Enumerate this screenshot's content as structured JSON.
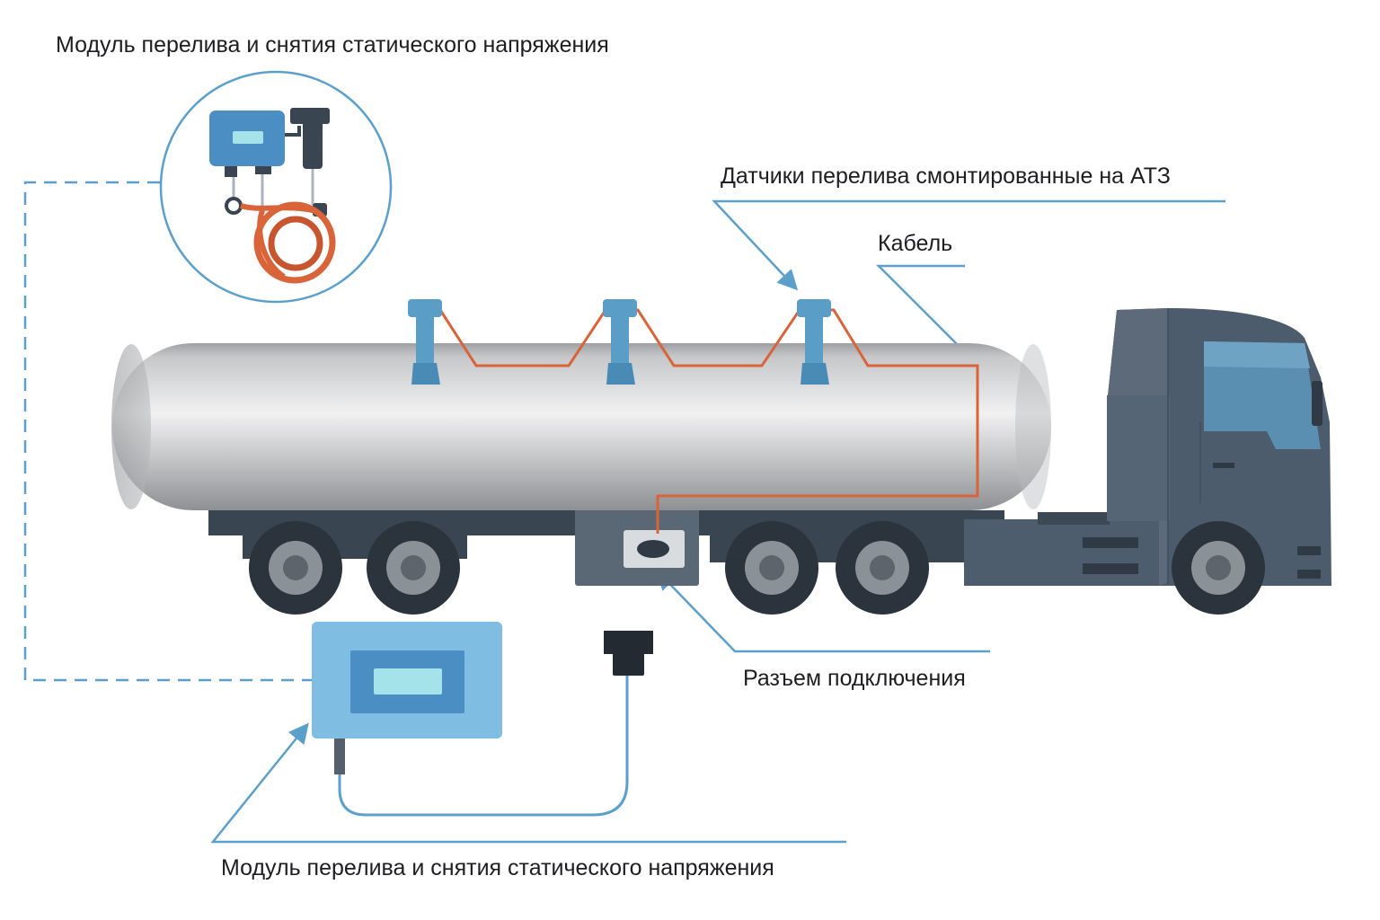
{
  "labels": {
    "module_top": "Модуль перелива и снятия статического напряжения",
    "sensors": "Датчики перелива смонтированные на АТЗ",
    "cable": "Кабель",
    "connector": "Разъем подключения",
    "module_bottom": "Модуль перелива и снятия статического напряжения"
  },
  "icons": {
    "truck": "tanker-truck-icon",
    "sensor": "overfill-sensor-icon",
    "module": "control-module-icon",
    "plug": "cable-plug-icon",
    "socket": "connector-socket-icon"
  },
  "colors": {
    "leader_line": "#5b9fcb",
    "cable": "#d9643a",
    "sensor": "#5a9dc6",
    "cab": "#4c5c6c",
    "window": "#5b8fb2",
    "tank_gray": "#c8c8ca",
    "module_box": "#80bde3",
    "module_screen": "#4a8ec4",
    "module_display": "#a5e3ea"
  }
}
